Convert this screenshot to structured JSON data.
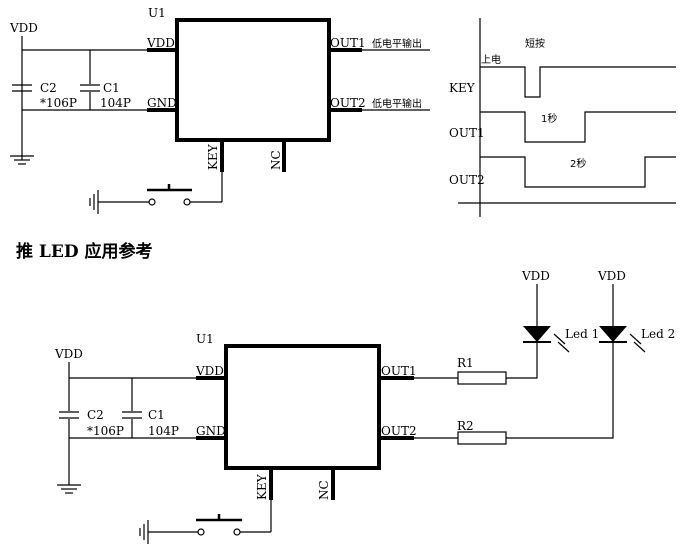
{
  "top": {
    "ref": "U1",
    "vdd": "VDD",
    "pins": {
      "vdd": "VDD",
      "gnd": "GND",
      "key": "KEY",
      "nc": "NC",
      "out1": "OUT1",
      "out2": "OUT2"
    },
    "out_note": "低电平输出",
    "c2": {
      "name": "C2",
      "value": "*106P"
    },
    "c1": {
      "name": "C1",
      "value": "104P"
    }
  },
  "timing": {
    "level_label": "上电",
    "press_label": "短按",
    "rows": [
      "KEY",
      "OUT1",
      "OUT2"
    ],
    "d1": "1秒",
    "d2": "2秒"
  },
  "heading": "推 LED 应用参考",
  "bottom": {
    "ref": "U1",
    "vdd": "VDD",
    "pins": {
      "vdd": "VDD",
      "gnd": "GND",
      "key": "KEY",
      "nc": "NC",
      "out1": "OUT1",
      "out2": "OUT2"
    },
    "c2": {
      "name": "C2",
      "value": "*106P"
    },
    "c1": {
      "name": "C1",
      "value": "104P"
    },
    "r1": "R1",
    "r2": "R2",
    "led1": {
      "label": "Led 1",
      "vdd": "VDD"
    },
    "led2": {
      "label": "Led 2",
      "vdd": "VDD"
    }
  }
}
